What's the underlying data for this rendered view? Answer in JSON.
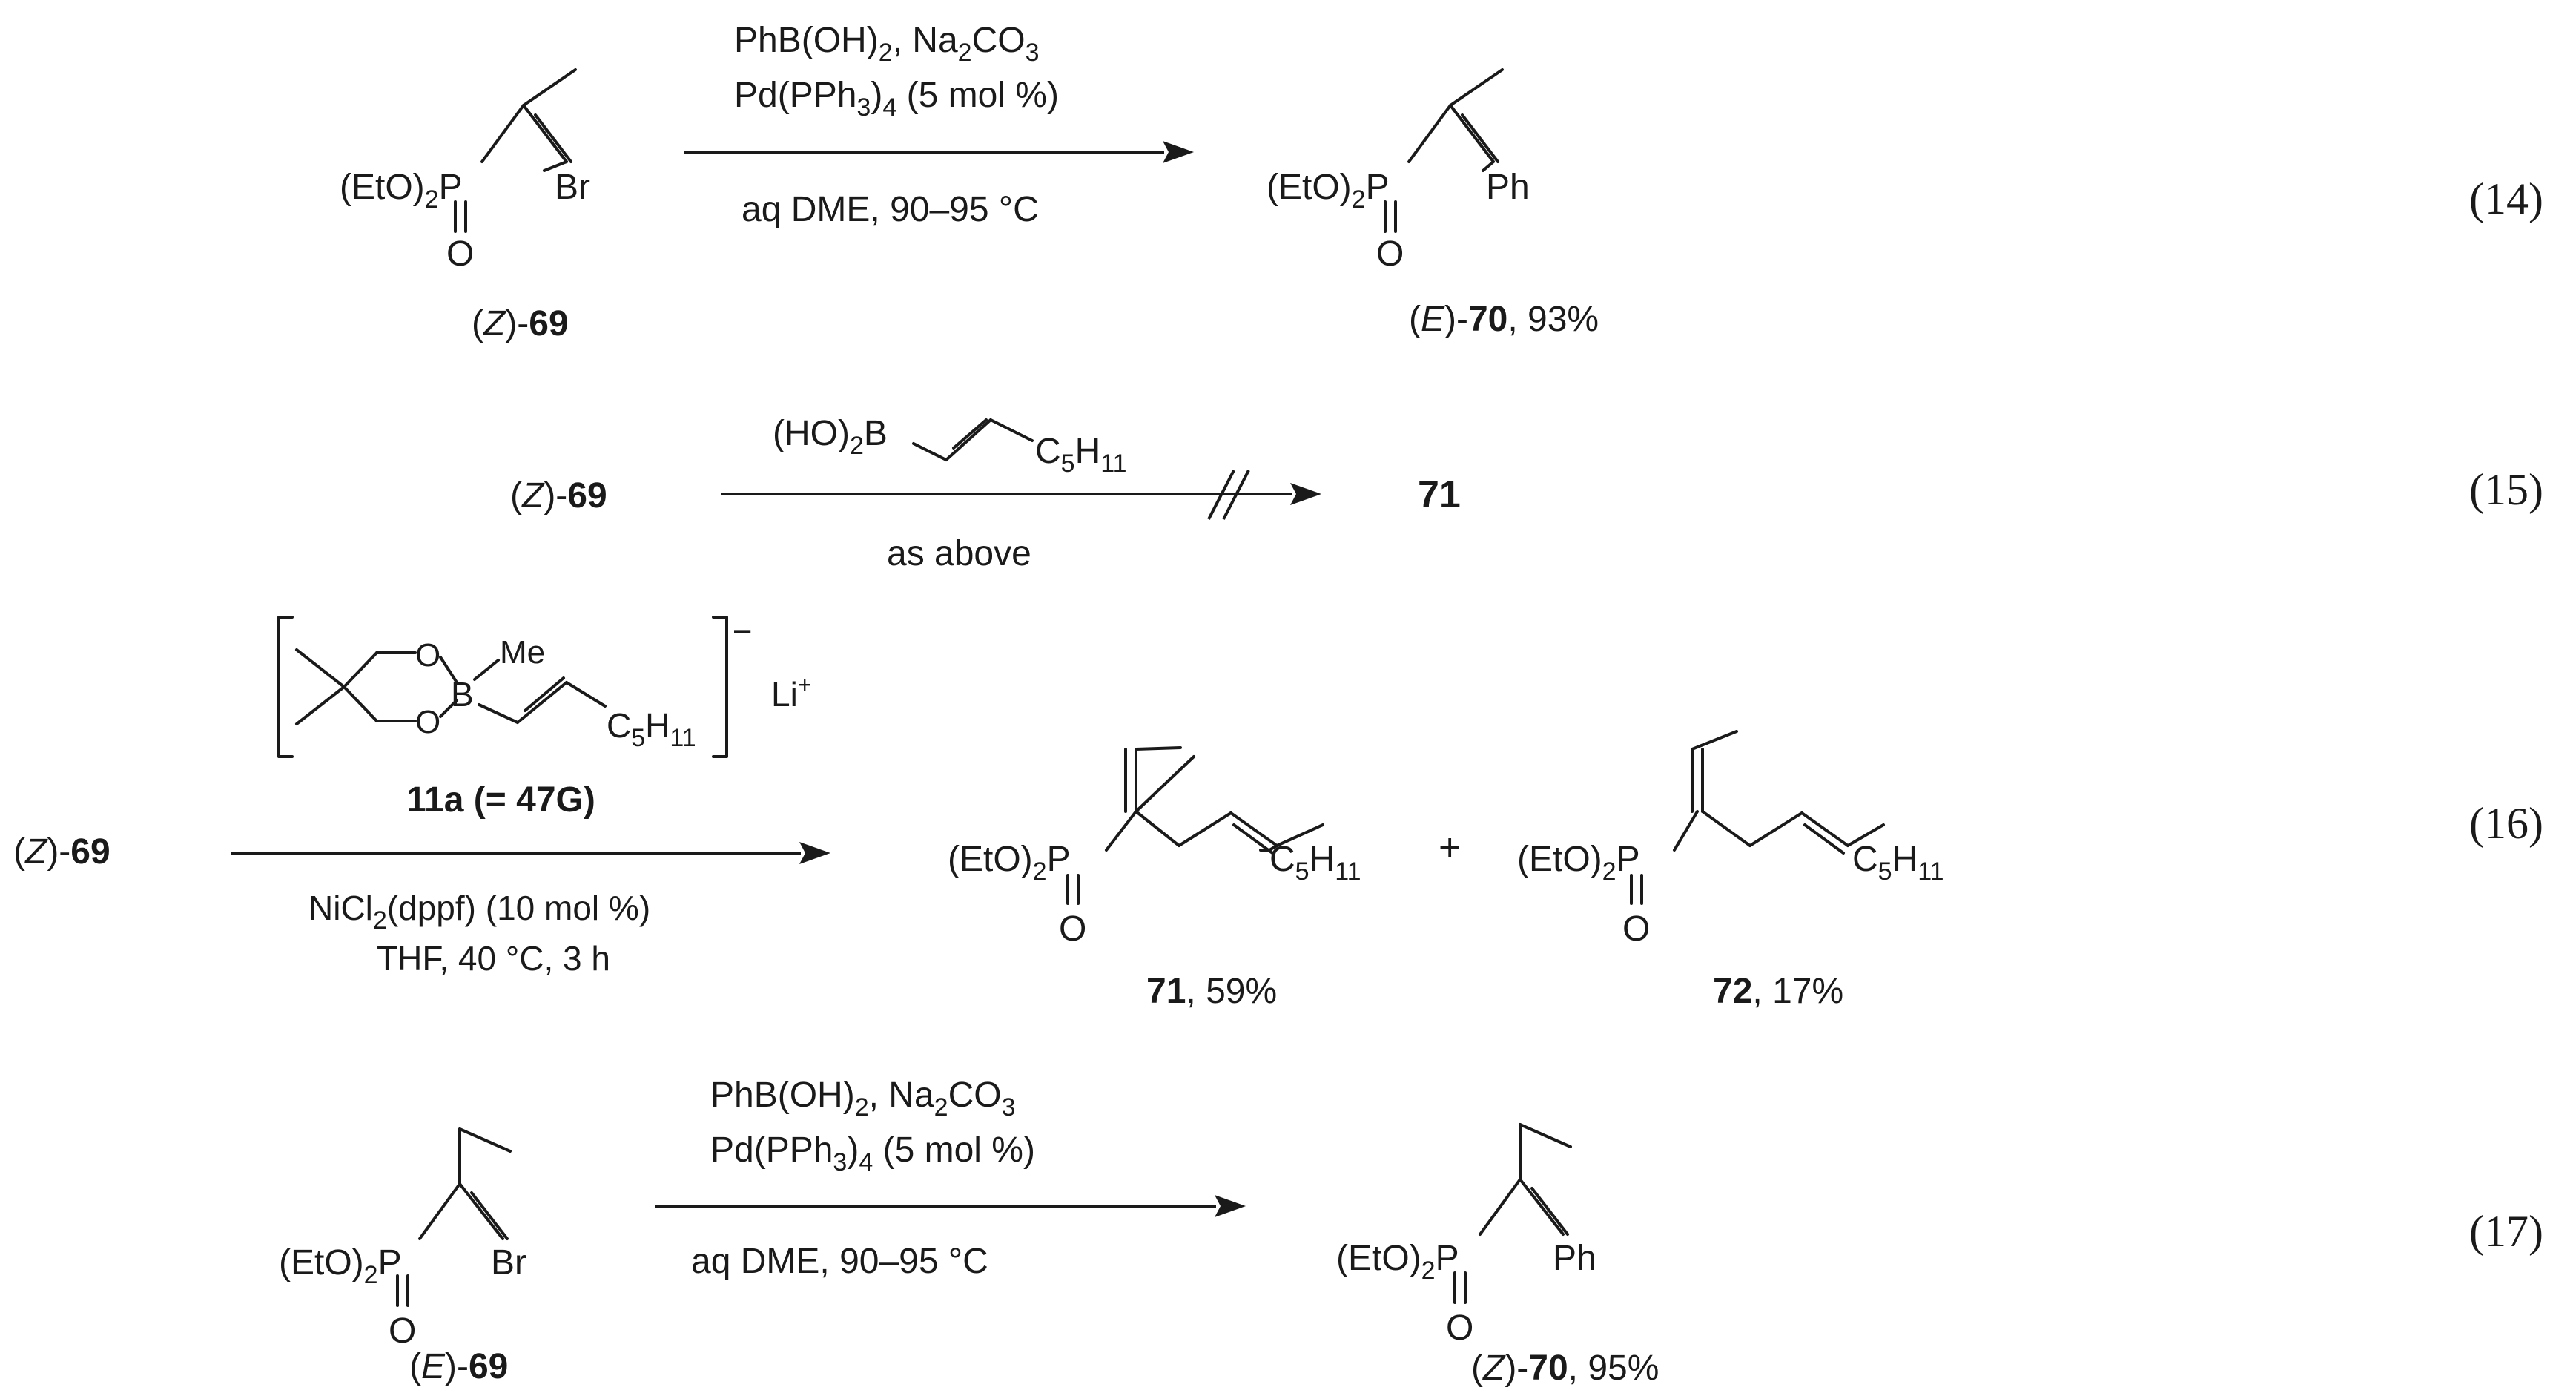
{
  "equations": [
    {
      "number": "(14)",
      "reactant": {
        "stereo": "Z",
        "compound": "69"
      },
      "reagents_above": [
        "PhB(OH)2, Na2CO3",
        "Pd(PPh3)4 (5 mol %)"
      ],
      "conditions_below": [
        "aq DME, 90–95 °C"
      ],
      "product": {
        "stereo": "E",
        "compound": "70",
        "yield": "93%"
      }
    },
    {
      "number": "(15)",
      "reactant": {
        "stereo": "Z",
        "compound": "69"
      },
      "reagent_above": "(HO)2B–CH=CH–C5H11",
      "conditions_below": [
        "as above"
      ],
      "product": {
        "compound": "71"
      },
      "arrow": "crossed (no reaction)"
    },
    {
      "number": "(16)",
      "reactant": {
        "stereo": "Z",
        "compound": "69"
      },
      "reagent_above": {
        "compound": "11a (= 47G)",
        "counterion": "Li+",
        "charge": "–"
      },
      "conditions_below": [
        "NiCl2(dppf) (10 mol %)",
        "THF, 40 °C, 3 h"
      ],
      "products": [
        {
          "compound": "71",
          "yield": "59%"
        },
        {
          "compound": "72",
          "yield": "17%"
        }
      ]
    },
    {
      "number": "(17)",
      "reactant": {
        "stereo": "E",
        "compound": "69"
      },
      "reagents_above": [
        "PhB(OH)2, Na2CO3",
        "Pd(PPh3)4 (5 mol %)"
      ],
      "conditions_below": [
        "aq DME, 90–95 °C"
      ],
      "product": {
        "stereo": "Z",
        "compound": "70",
        "yield": "95%"
      }
    }
  ],
  "labels": {
    "eq14_reactant_stereo": "Z",
    "eq14_reactant_num": "69",
    "eq14_product_stereo": "E",
    "eq14_product_num": "70",
    "eq14_product_yield": ", 93%",
    "eq15_reactant_stereo": "Z",
    "eq15_reactant_num": "69",
    "eq15_product_num": "71",
    "eq15_below": "as above",
    "eq16_reactant_stereo": "Z",
    "eq16_reactant_num": "69",
    "eq16_reagent_name": "11a (= 47G)",
    "eq16_cond1": "NiCl2(dppf) (10 mol %)",
    "eq16_cond2": "THF, 40 °C, 3 h",
    "eq16_p1_num": "71",
    "eq16_p1_yield": ", 59%",
    "eq16_p2_num": "72",
    "eq16_p2_yield": ", 17%",
    "eq16_plus": "+",
    "eq17_reactant_stereo": "E",
    "eq17_reactant_num": "69",
    "eq17_product_stereo": "Z",
    "eq17_product_num": "70",
    "eq17_product_yield": ", 95%",
    "aq_dme": "aq DME, 90–95 °C",
    "ph": "Ph",
    "br": "Br",
    "me": "Me",
    "li": "Li",
    "li_charge": "+",
    "bracket_charge": "–",
    "eq14": "(14)",
    "eq15": "(15)",
    "eq16": "(16)",
    "eq17": "(17)"
  }
}
